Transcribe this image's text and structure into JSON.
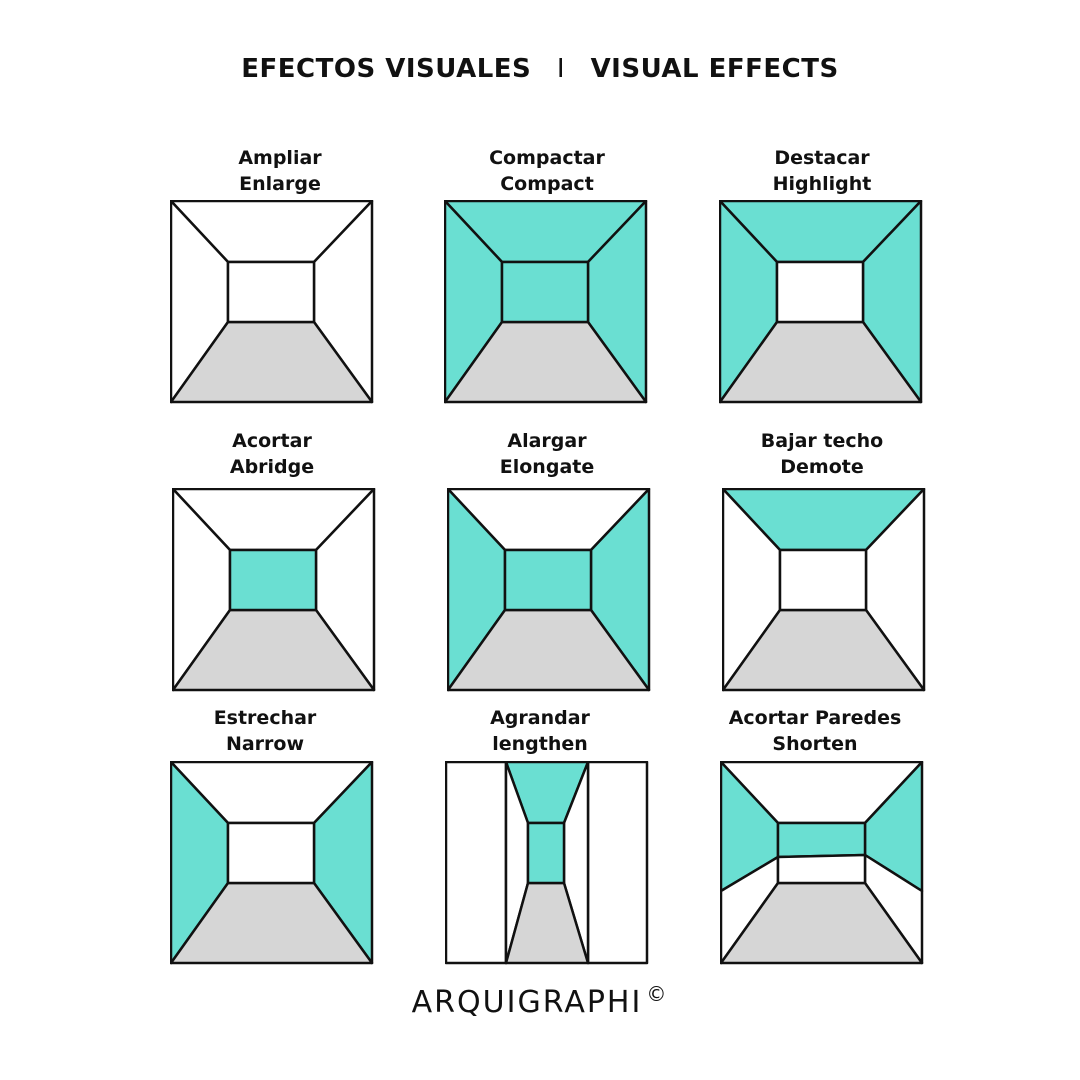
{
  "title": {
    "es": "EFECTOS VISUALES",
    "separator": "I",
    "en": "VISUAL EFFECTS"
  },
  "colors": {
    "teal": "#6adfd2",
    "floor": "#d6d6d6",
    "line": "#111111",
    "white": "#ffffff"
  },
  "effects": [
    {
      "es": "Ampliar",
      "en": "Enlarge",
      "ceiling": "white",
      "walls": "white",
      "back": "white"
    },
    {
      "es": "Compactar",
      "en": "Compact",
      "ceiling": "teal",
      "walls": "teal",
      "back": "teal"
    },
    {
      "es": "Destacar",
      "en": "Highlight",
      "ceiling": "teal",
      "walls": "teal",
      "back": "white"
    },
    {
      "es": "Acortar",
      "en": "Abridge",
      "ceiling": "white",
      "walls": "white",
      "back": "teal"
    },
    {
      "es": "Alargar",
      "en": "Elongate",
      "ceiling": "white",
      "walls": "teal",
      "back": "teal"
    },
    {
      "es": "Bajar techo",
      "en": "Demote",
      "ceiling": "teal",
      "walls": "white",
      "back": "white"
    },
    {
      "es": "Estrechar",
      "en": "Narrow",
      "ceiling": "white",
      "walls": "teal",
      "back": "white"
    },
    {
      "es": "Agrandar",
      "en": "lengthen",
      "ceiling": "teal",
      "walls": "white",
      "back": "teal"
    },
    {
      "es": "Acortar Paredes",
      "en": "Shorten",
      "ceiling": "white",
      "walls": "teal",
      "back": "teal"
    }
  ],
  "footer": {
    "brand": "ARQUIGRAPHI",
    "mark": "©"
  }
}
